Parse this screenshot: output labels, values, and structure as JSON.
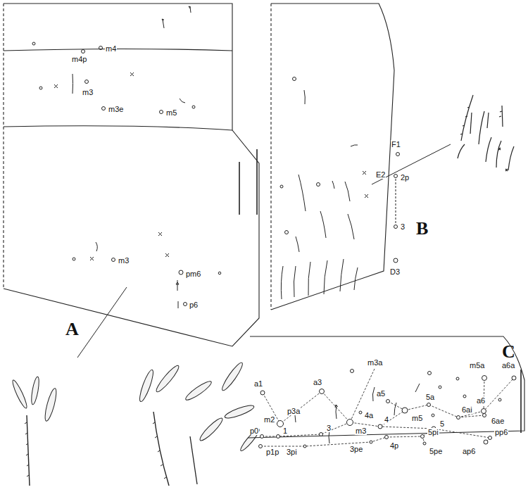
{
  "diagram": {
    "labels": [
      "A",
      "B",
      "C",
      "m4",
      "m4p",
      "m3",
      "m3e",
      "m5",
      "m3",
      "pm6",
      "p6",
      "F1",
      "E2",
      "2p",
      "3",
      "D3",
      "a1",
      "a3",
      "m3a",
      "m5a",
      "a6a",
      "p3a",
      "4a",
      "a5",
      "5a",
      "6ai",
      "6ae",
      "a6",
      "m2",
      "m5",
      "4",
      "5",
      "p0",
      "1",
      "3",
      "m3",
      "5pi",
      "pp6",
      "p1p",
      "3pi",
      "3pe",
      "4p",
      "5pe",
      "ap6"
    ]
  }
}
